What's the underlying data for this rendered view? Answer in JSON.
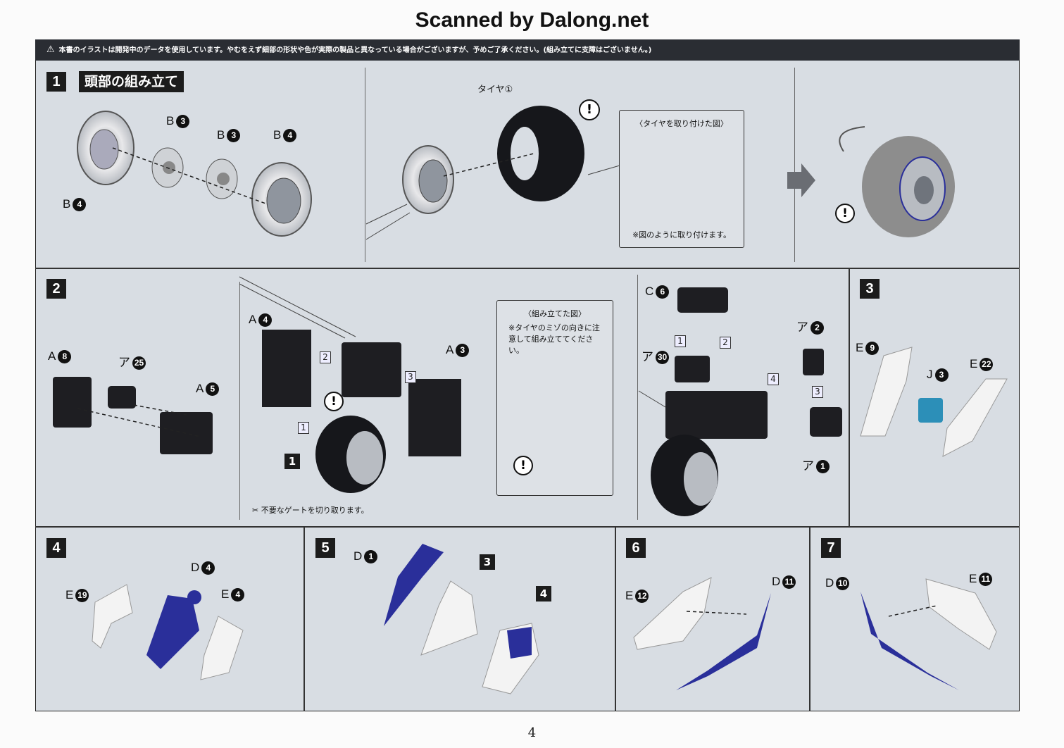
{
  "header": {
    "scan_credit": "Scanned by Dalong.net"
  },
  "warning_bar": {
    "text": "本書のイラストは開発中のデータを使用しています。やむをえず細部の形状や色が実際の製品と異なっている場合がございますが、予めご了承ください。(組み立てに支障はございません。)"
  },
  "step1": {
    "number": "1",
    "title": "頭部の組み立て",
    "labels": [
      "B",
      "3",
      "B",
      "3",
      "B",
      "4",
      "B",
      "4"
    ],
    "tire_label": "タイヤ①",
    "callout_title": "〈タイヤを取り付けた図〉",
    "callout_note": "※図のように取り付けます。"
  },
  "step2": {
    "number": "2",
    "parts": {
      "A8": [
        "A",
        "8"
      ],
      "a25": [
        "ア",
        "25"
      ],
      "A5": [
        "A",
        "5"
      ],
      "A4": [
        "A",
        "4"
      ],
      "A3": [
        "A",
        "3"
      ],
      "C6": [
        "C",
        "6"
      ],
      "a2": [
        "ア",
        "2"
      ],
      "a30": [
        "ア",
        "30"
      ],
      "a1": [
        "ア",
        "1"
      ]
    },
    "sub_steps": [
      "1",
      "2",
      "3",
      "4"
    ],
    "callout_title": "〈組み立てた図〉",
    "callout_note": "※タイヤのミゾの向きに注意して組み立ててください。",
    "gate_note": "不要なゲートを切り取ります。",
    "inner_num": "1"
  },
  "step3": {
    "number": "3",
    "parts": {
      "E9": [
        "E",
        "9"
      ],
      "J3": [
        "J",
        "3"
      ],
      "E22": [
        "E",
        "22"
      ]
    }
  },
  "step4": {
    "number": "4",
    "parts": {
      "D4": [
        "D",
        "4"
      ],
      "E19": [
        "E",
        "19"
      ],
      "E4": [
        "E",
        "4"
      ]
    }
  },
  "step5": {
    "number": "5",
    "parts": {
      "D1": [
        "D",
        "1"
      ]
    },
    "refs": [
      "3",
      "4"
    ]
  },
  "step6": {
    "number": "6",
    "parts": {
      "E12": [
        "E",
        "12"
      ],
      "D11": [
        "D",
        "11"
      ]
    }
  },
  "step7": {
    "number": "7",
    "parts": {
      "D10": [
        "D",
        "10"
      ],
      "E11": [
        "E",
        "11"
      ]
    }
  },
  "footer": {
    "page_number": "4"
  },
  "colors": {
    "panel": "#d8dde3",
    "dark_part": "#1e1e22",
    "blue_part": "#2a2f9a",
    "white_part": "#f3f3f3",
    "teal_part": "#2c8fb8"
  }
}
